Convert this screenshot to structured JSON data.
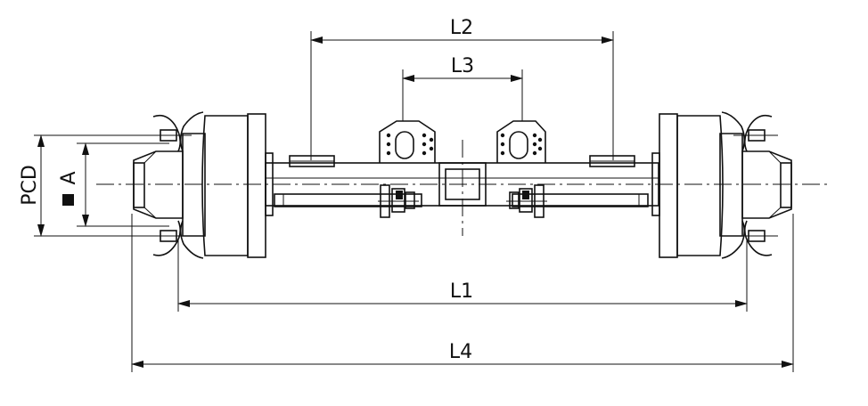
{
  "dimensions": {
    "l1": "L1",
    "l2": "L2",
    "l3": "L3",
    "l4": "L4",
    "pcd": "PCD",
    "a": "A"
  }
}
